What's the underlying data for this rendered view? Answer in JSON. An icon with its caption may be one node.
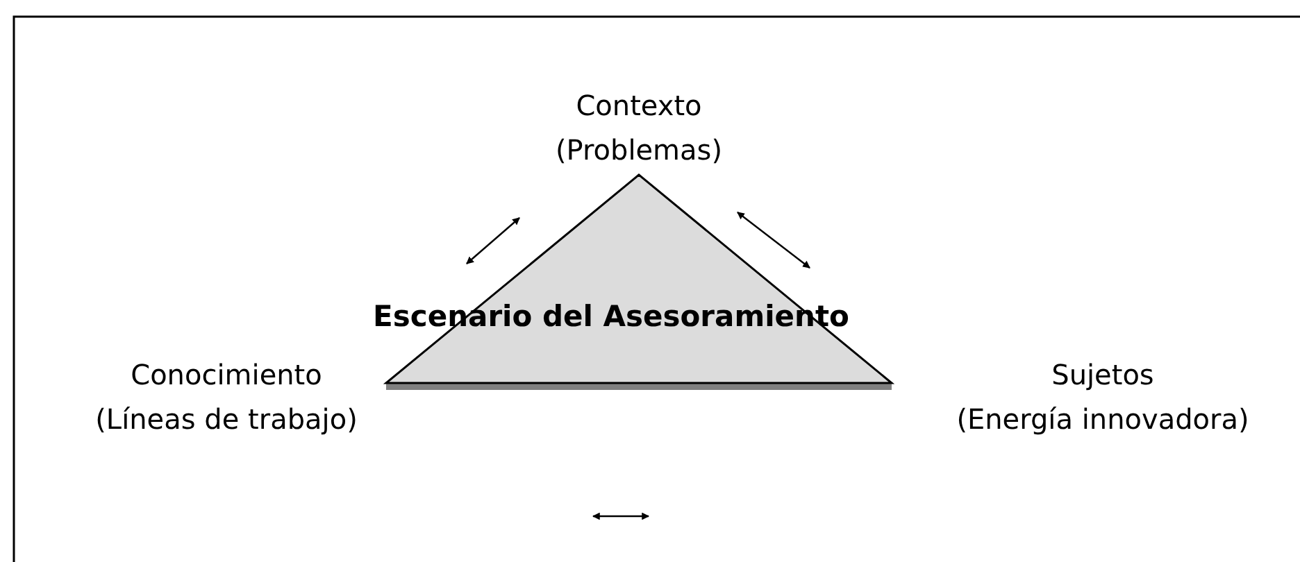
{
  "diagram": {
    "nodes": [
      {
        "text": [
          "Contexto (Problemas)"
        ]
      },
      {
        "text": [
          "Escenario del Asesoramiento"
        ]
      },
      {
        "text": [
          "Conocimiento (Líneas de trabajo)"
        ]
      },
      {
        "text": [
          "Sujetos (Energía innovadora)"
        ]
      }
    ]
  }
}
